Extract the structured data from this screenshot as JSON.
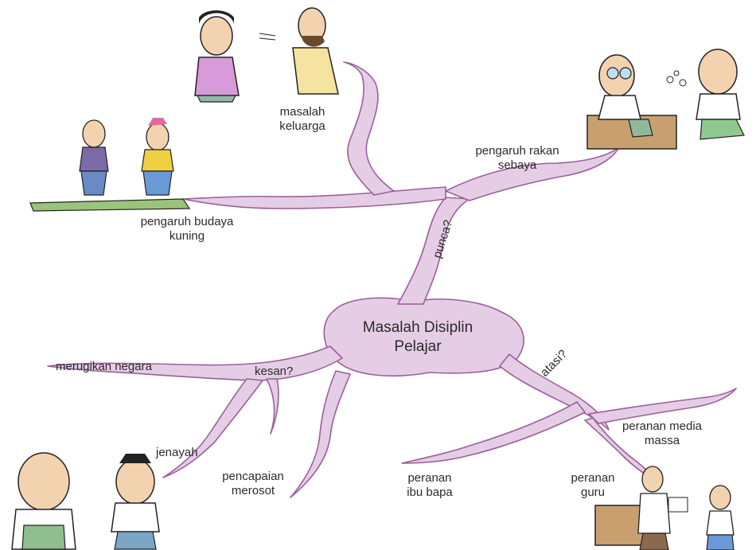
{
  "diagram": {
    "center": {
      "line1": "Masalah Disiplin",
      "line2": "Pelajar"
    },
    "branch_labels": {
      "causes": "punca?",
      "effects": "kesan?",
      "solutions": "atasi?"
    },
    "causes": [
      {
        "line1": "masalah",
        "line2": "keluarga"
      },
      {
        "line1": "pengaruh rakan",
        "line2": "sebaya"
      },
      {
        "line1": "pengaruh budaya",
        "line2": "kuning"
      }
    ],
    "effects": [
      {
        "line1": "merugikan negara",
        "line2": ""
      },
      {
        "line1": "jenayah",
        "line2": ""
      },
      {
        "line1": "pencapaian",
        "line2": "merosot"
      }
    ],
    "solutions": [
      {
        "line1": "peranan media",
        "line2": "massa"
      },
      {
        "line1": "peranan",
        "line2": "ibu bapa"
      },
      {
        "line1": "peranan",
        "line2": "guru"
      }
    ]
  },
  "illustrations": [
    "arguing-couple-illustration",
    "classmates-smoking-illustration",
    "dancing-couple-illustration",
    "scolding-father-illustration",
    "teacher-student-illustration"
  ],
  "colors": {
    "branch_fill": "#e6cde6",
    "branch_stroke": "#9b5f9b",
    "text": "#2b2b2b"
  }
}
